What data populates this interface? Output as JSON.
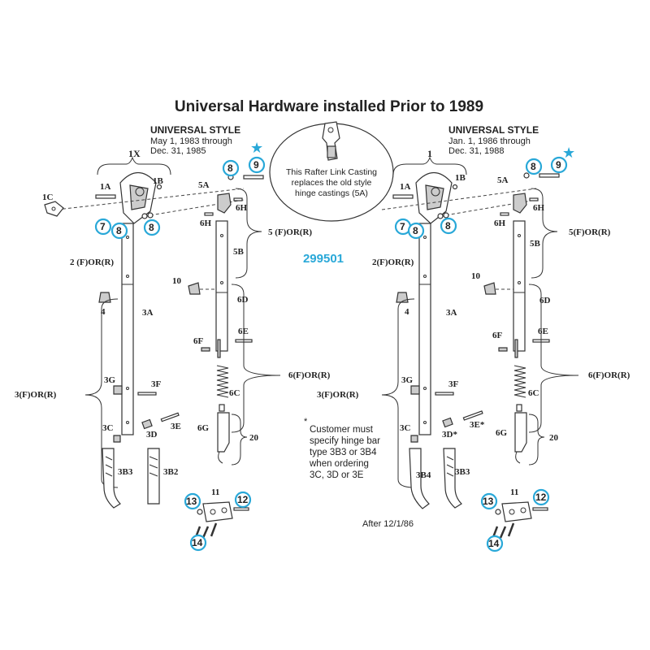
{
  "title": "Universal Hardware installed Prior to 1989",
  "part_number": "299501",
  "colors": {
    "accent": "#29a8d8",
    "text": "#222222",
    "line": "#333333"
  },
  "left": {
    "style_title": "UNIVERSAL STYLE",
    "date_line1": "May 1, 1983  through",
    "date_line2": "Dec. 31, 1985",
    "labels": {
      "L1X": "1X",
      "L1A": "1A",
      "L1B": "1B",
      "L1C": "1C",
      "L7": "7",
      "L8a": "8",
      "L8b": "8",
      "L8c": "8",
      "L9": "9",
      "L5A": "5A",
      "L6H": "6H",
      "L6Hb": "6H",
      "L5": "5 (F)OR(R)",
      "L5B": "5B",
      "L2": "2 (F)OR(R)",
      "L10": "10",
      "L4": "4",
      "L3A": "3A",
      "L6D": "6D",
      "L6F": "6F",
      "L6E": "6E",
      "L6": "6(F)OR(R)",
      "L3G": "3G",
      "L3F": "3F",
      "L3": "3(F)OR(R)",
      "L6C": "6C",
      "L3E": "3E",
      "L3C": "3C",
      "L3D": "3D",
      "L6G": "6G",
      "L20": "20",
      "L3B3": "3B3",
      "L3B2": "3B2",
      "L11": "11",
      "L12": "12",
      "L13": "13",
      "L14": "14"
    }
  },
  "right": {
    "style_title": "UNIVERSAL STYLE",
    "date_line1": "Jan. 1, 1986  through",
    "date_line2": "Dec. 31, 1988",
    "labels": {
      "L1": "1",
      "L1A": "1A",
      "L1B": "1B",
      "L7": "7",
      "L8a": "8",
      "L8b": "8",
      "L8c": "8",
      "L9": "9",
      "L5A": "5A",
      "L6H": "6H",
      "L6Hb": "6H",
      "L5": "5(F)OR(R)",
      "L5B": "5B",
      "L2": "2(F)OR(R)",
      "L10": "10",
      "L4": "4",
      "L3A": "3A",
      "L6D": "6D",
      "L6F": "6F",
      "L6E": "6E",
      "L6": "6(F)OR(R)",
      "L3G": "3G",
      "L3F": "3F",
      "L3": "3(F)OR(R)",
      "L6C": "6C",
      "L3C": "3C",
      "L3D": "3D*",
      "L3E": "3E*",
      "L6G": "6G",
      "L20": "20",
      "L3B4": "3B4",
      "L3B3": "3B3",
      "L11": "11",
      "L12": "12",
      "L13": "13",
      "L14": "14"
    },
    "after_note": "After 12/1/86"
  },
  "callout": {
    "line1": "This Rafter Link Casting",
    "line2": "replaces the old style",
    "line3": "hinge castings (5A)"
  },
  "note": {
    "line1": "Customer must",
    "line2": "specify hinge bar",
    "line3": "type 3B3 or 3B4",
    "line4": "when ordering",
    "line5": "3C, 3D or 3E",
    "asterisk": "*"
  },
  "star_glyph": "★"
}
